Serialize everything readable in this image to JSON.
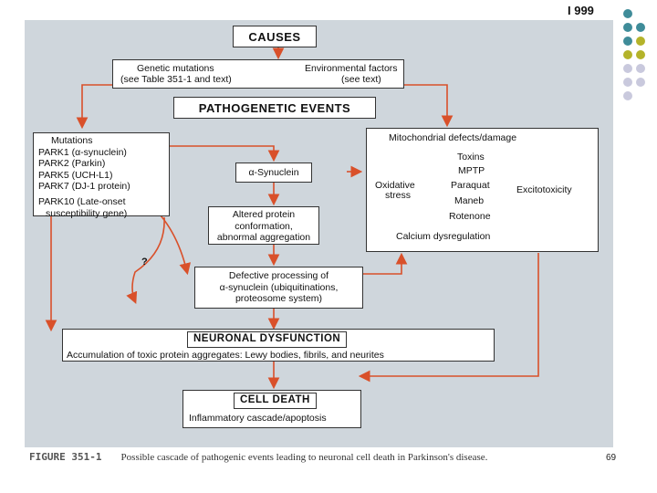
{
  "diagram": {
    "causes": "CAUSES",
    "genetic": "Genetic mutations",
    "genetic_note": "(see Table 351-1 and text)",
    "environmental": "Environmental factors",
    "environmental_note": "(see text)",
    "pathogenetic": "PATHOGENETIC EVENTS",
    "mutations": [
      "Mutations",
      "PARK1 (α-synuclein)",
      "PARK2 (Parkin)",
      "PARK5 (UCH-L1)",
      "PARK7 (DJ-1 protein)",
      "PARK10 (Late-onset",
      "susceptibility gene)"
    ],
    "synuclein": "α-Synuclein",
    "altered": [
      "Altered protein",
      "conformation,",
      "abnormal aggregation"
    ],
    "question": "?",
    "defective": [
      "Defective processing of",
      "α-synuclein (ubiquitinations,",
      "proteosome system)"
    ],
    "mito_title": "Mitochondrial defects/damage",
    "toxins": [
      "Toxins",
      "MPTP",
      "Paraquat",
      "Maneb",
      "Rotenone"
    ],
    "oxidative": [
      "Oxidative",
      "stress"
    ],
    "excitotoxicity": "Excitotoxicity",
    "calcium": "Calcium dysregulation",
    "neuronal_title": "NEURONAL DYSFUNCTION",
    "neuronal_text": "Accumulation of toxic protein aggregates: Lewy bodies, fibrils, and neurites",
    "death_title": "CELL DEATH",
    "death_text": "Inflammatory cascade/apoptosis"
  },
  "caption": {
    "figure_label": "FIGURE 351-1",
    "text": "Possible cascade of pathogenic events leading to neuronal cell death in Parkinson's disease."
  },
  "page_number": "69",
  "top_mark": "I 999",
  "colors": {
    "arrow": "#d9502a",
    "dot_teal": "#3f8c99",
    "dot_olive": "#b4b32a",
    "dot_lavender": "#c9c9dd"
  }
}
